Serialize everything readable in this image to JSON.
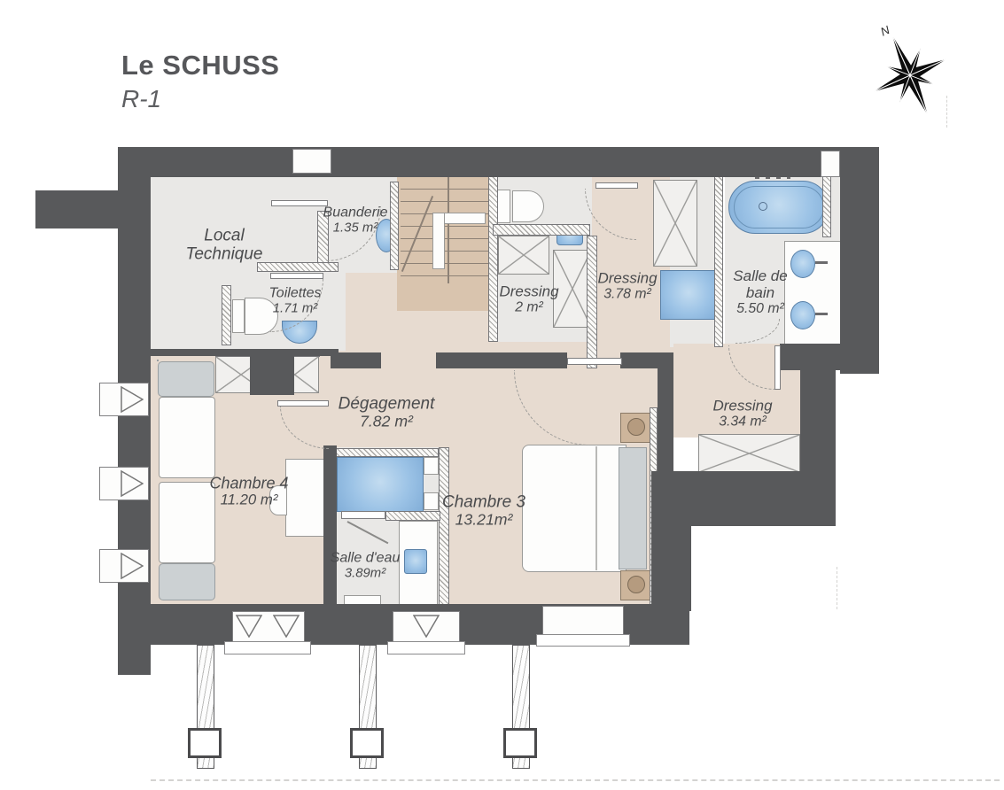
{
  "header": {
    "title": "Le SCHUSS",
    "floor": "R-1"
  },
  "compass": {
    "north_label": "N"
  },
  "rooms": {
    "local_technique": {
      "name": "Local Technique",
      "area": ""
    },
    "buanderie": {
      "name": "Buanderie",
      "area": "1.35 m²"
    },
    "toilettes": {
      "name": "Toilettes",
      "area": "1.71 m²"
    },
    "dressing_2": {
      "name": "Dressing",
      "area": "2 m²"
    },
    "dressing_378": {
      "name": "Dressing",
      "area": "3.78 m²"
    },
    "salle_de_bain": {
      "name": "Salle de bain",
      "area": "5.50 m²"
    },
    "degagement": {
      "name": "Dégagement",
      "area": "7.82 m²"
    },
    "dressing_334": {
      "name": "Dressing",
      "area": "3.34 m²"
    },
    "chambre_4": {
      "name": "Chambre 4",
      "area": "11.20 m²"
    },
    "chambre_3": {
      "name": "Chambre 3",
      "area": "13.21m²"
    },
    "salle_deau": {
      "name": "Salle d'eau",
      "area": "3.89m²"
    }
  },
  "colors": {
    "wall": "#58595b",
    "floor_beige": "#e7dbd0",
    "floor_gray": "#e9e8e6",
    "stairs_tan": "#d9c4ae",
    "fixture_blue": "#9cc3e6",
    "text": "#4a4b4d"
  }
}
